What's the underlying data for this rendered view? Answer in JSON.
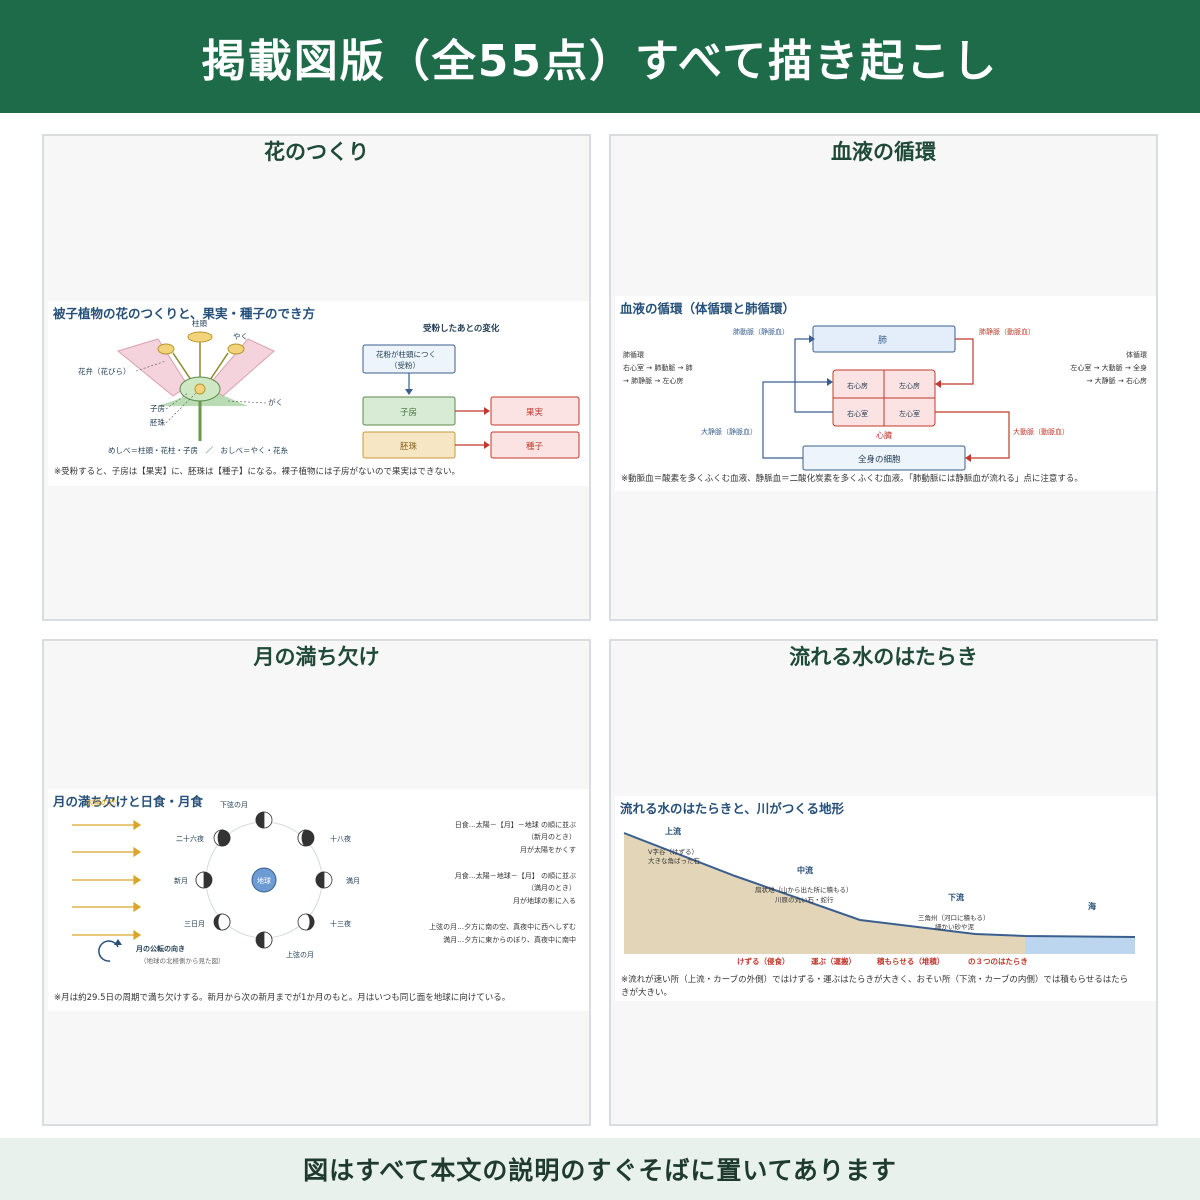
{
  "header": {
    "title": "掲載図版（全55点）すべて描き起こし"
  },
  "footer": {
    "text": "図はすべて本文の説明のすぐそばに置いてあります"
  },
  "colors": {
    "header_bg": "#1e6b4a",
    "footer_bg": "#e9f1ec",
    "figure_title": "#26507a",
    "red": "#c0392b",
    "green_box": "#d8ecd5",
    "orange_box": "#f7e6c4"
  },
  "panels": [
    {
      "heading": "花のつくり",
      "figure": {
        "title": "被子植物の花のつくりと、果実・種子のでき方",
        "labels": {
          "stigma": "柱頭",
          "anther": "やく",
          "petal": "花弁（花びら）",
          "ovary": "子房",
          "ovule": "胚珠",
          "sepal": "がく",
          "legend": "めしべ＝柱頭・花柱・子房　／　おしべ＝やく・花糸"
        },
        "flow": {
          "title": "受粉したあとの変化",
          "pollination_line1": "花粉が柱頭につく",
          "pollination_line2": "（受粉）",
          "ovary": "子房",
          "fruit": "果実",
          "ovule": "胚珠",
          "seed": "種子"
        },
        "note": "※受粉すると、子房は【果実】に、胚珠は【種子】になる。裸子植物には子房がないので果実はできない。"
      }
    },
    {
      "heading": "血液の循環",
      "figure": {
        "title": "血液の循環（体循環と肺循環）",
        "lung": "肺",
        "pulmonary_artery": "肺動脈（静脈血）",
        "pulmonary_vein": "肺静脈（動脈血）",
        "right_atrium": "右心房",
        "left_atrium": "左心房",
        "right_ventricle": "右心室",
        "left_ventricle": "左心室",
        "heart": "心臓",
        "vena_cava": "大静脈（静脈血）",
        "aorta": "大動脈（動脈血）",
        "cells": "全身の細胞",
        "pulmonary_circ": [
          "肺循環",
          "右心室 → 肺動脈 → 肺",
          "→ 肺静脈 → 左心房"
        ],
        "systemic_circ": [
          "体循環",
          "左心室 → 大動脈 → 全身",
          "→ 大静脈 → 右心房"
        ],
        "note": "※動脈血＝酸素を多くふくむ血液、静脈血＝二酸化炭素を多くふくむ血液。「肺動脈には静脈血が流れる」点に注意する。"
      }
    },
    {
      "heading": "月の満ち欠け",
      "figure": {
        "title": "月の満ち欠けと日食・月食",
        "sunlight": "太陽の光",
        "earth": "地球",
        "moons": {
          "third_quarter": "下弦の月",
          "day18": "十八夜",
          "full": "満月",
          "day13": "十三夜",
          "first_quarter": "上弦の月",
          "crescent": "三日月",
          "new": "新月",
          "day26": "二十六夜"
        },
        "revolution": "月の公転の向き",
        "view": "（地球の北極側から見た図）",
        "solar_eclipse": [
          "日食…太陽－【月】－地球 の順に並ぶ",
          "（新月のとき）",
          "月が太陽をかくす"
        ],
        "lunar_eclipse": [
          "月食…太陽－地球－【月】 の順に並ぶ",
          "（満月のとき）",
          "月が地球の影に入る"
        ],
        "quarter_notes": [
          "上弦の月…夕方に南の空、真夜中に西へしずむ",
          "満月…夕方に東からのぼり、真夜中に南中"
        ],
        "note": "※月は約29.5日の周期で満ち欠けする。新月から次の新月までが1か月のもと。月はいつも同じ面を地球に向けている。"
      }
    },
    {
      "heading": "流れる水のはたらき",
      "figure": {
        "title": "流れる水のはたらきと、川がつくる地形",
        "upper": "上流",
        "upper_desc": [
          "V字谷（けずる）",
          "大きな角ばった石"
        ],
        "middle": "中流",
        "middle_desc": [
          "扇状地（山から出た所に積もる）",
          "川原の丸い石・蛇行"
        ],
        "lower": "下流",
        "lower_desc": [
          "三角州（河口に積もる）",
          "細かい砂や泥"
        ],
        "sea": "海",
        "actions": [
          "けずる（侵食）",
          "運ぶ（運搬）",
          "積もらせる（堆積）",
          "の３つのはたらき"
        ],
        "note": [
          "※流れが速い所（上流・カーブの外側）ではけずる・運ぶはたらきが大きく、おそい所（下流・カーブの内側）では積もらせるはたら",
          "きが大きい。"
        ]
      }
    }
  ]
}
